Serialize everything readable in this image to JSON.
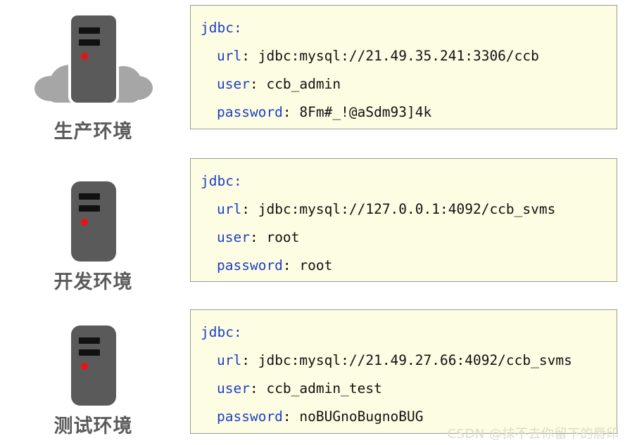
{
  "environments": [
    {
      "label": "生产环境",
      "icon": "server-tower-with-cloud-icon",
      "has_cloud": true,
      "config": {
        "root_key": "jdbc:",
        "entries": [
          {
            "key": "url",
            "value": "jdbc:mysql://21.49.35.241:3306/ccb"
          },
          {
            "key": "user",
            "value": "ccb_admin"
          },
          {
            "key": "password",
            "value": "8Fm#_!@aSdm93]4k"
          }
        ]
      }
    },
    {
      "label": "开发环境",
      "icon": "server-tower-icon",
      "has_cloud": false,
      "config": {
        "root_key": "jdbc:",
        "entries": [
          {
            "key": "url",
            "value": "jdbc:mysql://127.0.0.1:4092/ccb_svms"
          },
          {
            "key": "user",
            "value": "root"
          },
          {
            "key": "password",
            "value": "root"
          }
        ]
      }
    },
    {
      "label": "测试环境",
      "icon": "server-tower-icon",
      "has_cloud": false,
      "config": {
        "root_key": "jdbc:",
        "entries": [
          {
            "key": "url",
            "value": "jdbc:mysql://21.49.27.66:4092/ccb_svms"
          },
          {
            "key": "user",
            "value": "ccb_admin_test"
          },
          {
            "key": "password",
            "value": "noBUGnoBugnoBUG"
          }
        ]
      }
    }
  ],
  "separator": ": ",
  "watermark": "CSDN @抹不去你留下的唇印",
  "colors": {
    "key_blue": "#1c3fc4",
    "code_background": "#fdfde3",
    "code_border": "#9a9a8f",
    "server_body": "#5a5a5a",
    "cloud_gray": "#a6a6a6",
    "led_red": "#ee1111",
    "label_gray": "#5a5a5a",
    "watermark_gray": "#dcdcc8"
  }
}
